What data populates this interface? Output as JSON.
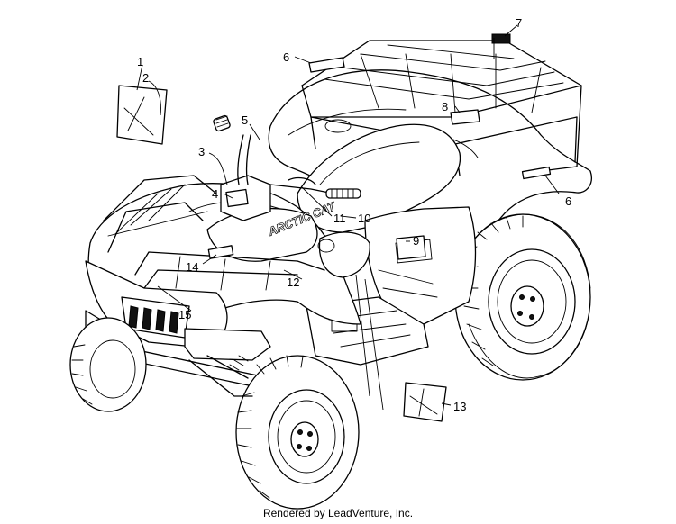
{
  "diagram": {
    "callouts": [
      {
        "id": "c1",
        "label": "1"
      },
      {
        "id": "c2",
        "label": "2"
      },
      {
        "id": "c3",
        "label": "3"
      },
      {
        "id": "c4",
        "label": "4"
      },
      {
        "id": "c5",
        "label": "5"
      },
      {
        "id": "c6a",
        "label": "6"
      },
      {
        "id": "c6b",
        "label": "6"
      },
      {
        "id": "c7",
        "label": "7"
      },
      {
        "id": "c8",
        "label": "8"
      },
      {
        "id": "c9",
        "label": "9"
      },
      {
        "id": "c10",
        "label": "10"
      },
      {
        "id": "c11",
        "label": "11"
      },
      {
        "id": "c12",
        "label": "12"
      },
      {
        "id": "c13",
        "label": "13"
      },
      {
        "id": "c14",
        "label": "14"
      },
      {
        "id": "c15",
        "label": "15"
      }
    ],
    "hood_logo": "ARCTIC CAT",
    "footer": "Rendered by LeadVenture, Inc."
  }
}
